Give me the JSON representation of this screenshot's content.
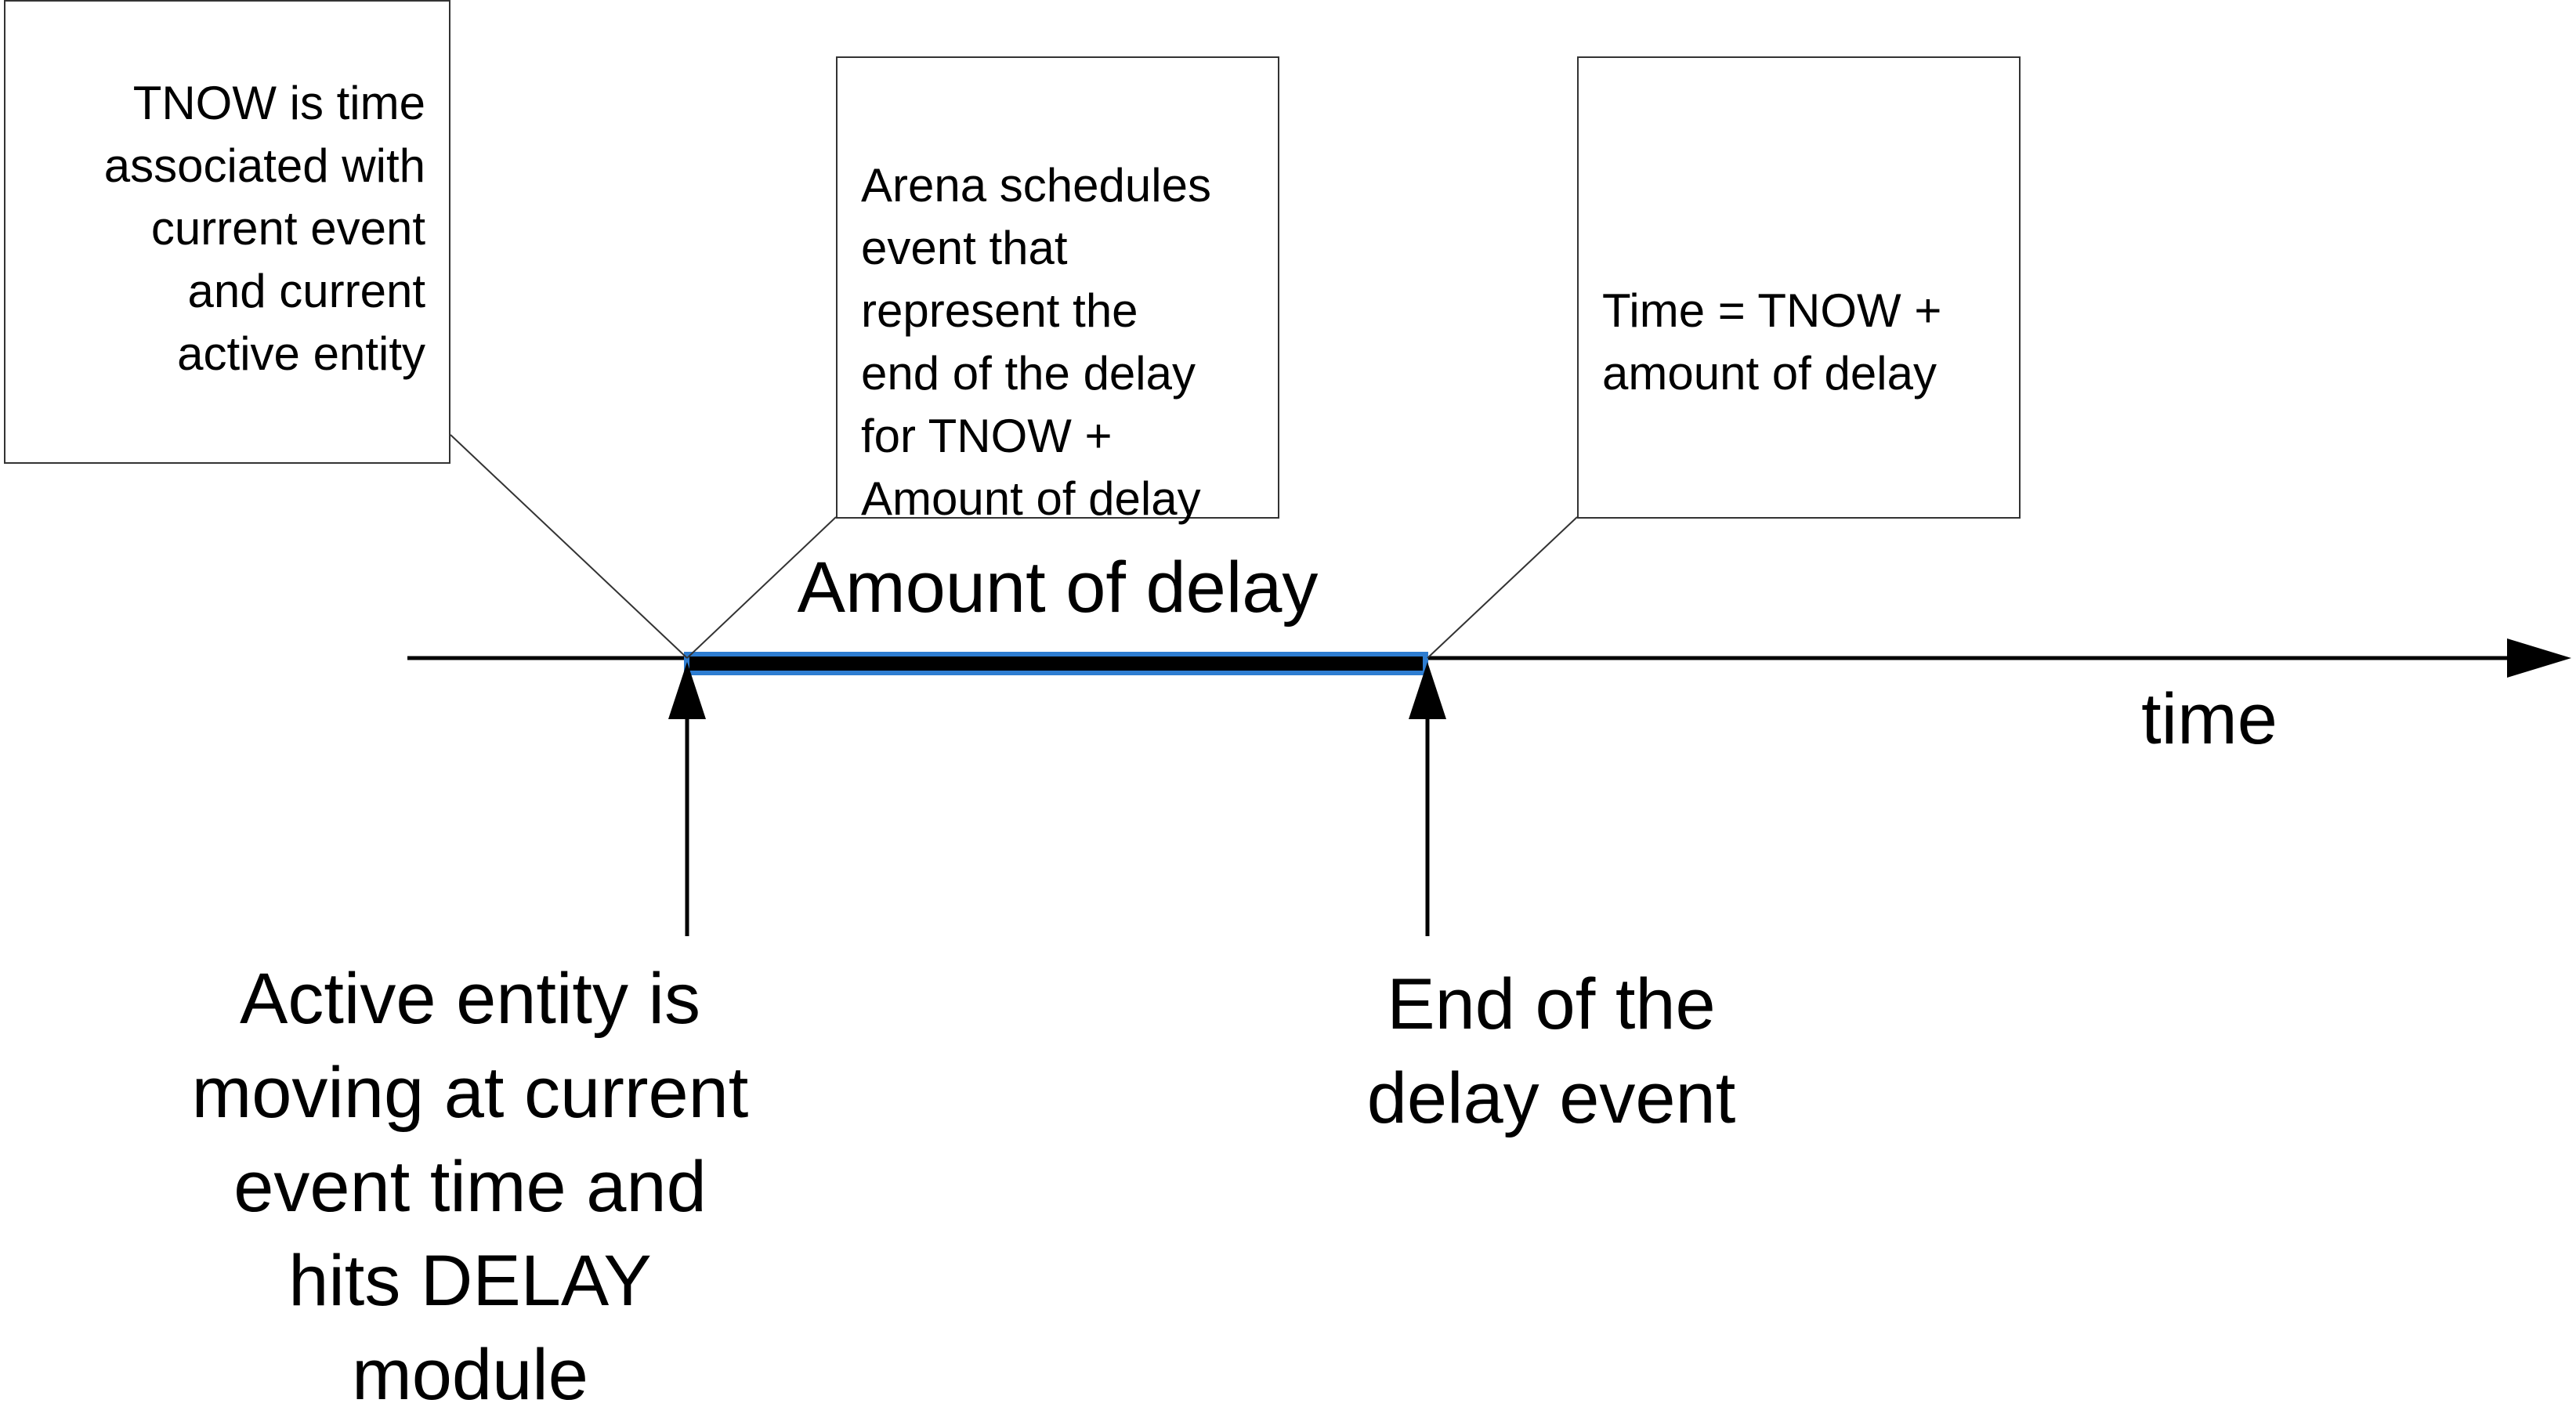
{
  "callouts": {
    "tnow": "TNOW is time\nassociated with\ncurrent event\nand current\nactive entity",
    "arena": "Arena schedules\nevent that\nrepresent the\nend of the delay\nfor TNOW +\nAmount of delay",
    "time": "Time = TNOW +\namount of delay"
  },
  "labels": {
    "delay_interval": "Amount of delay",
    "axis": "time",
    "active_entity": "Active entity is\nmoving at current\nevent time and\nhits DELAY\nmodule",
    "end_event": "End of the\ndelay event"
  },
  "colors": {
    "line": "#000000",
    "interval_highlight": "#2e7dd1",
    "box_border": "#333333"
  }
}
